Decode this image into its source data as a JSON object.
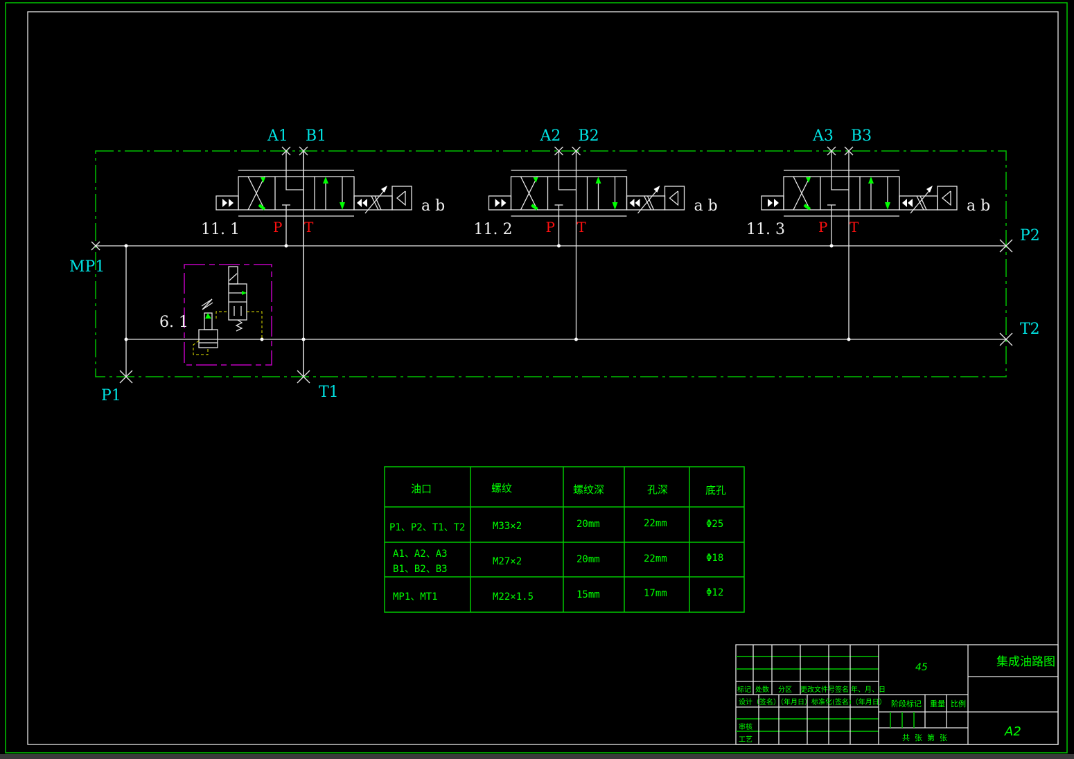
{
  "colors": {
    "background": "#000000",
    "lines": "#e6e6e6",
    "frame": "#00c800",
    "port_labels": "#00e5e5",
    "pt_labels": "#ff1010",
    "relief_box": "#c000c0",
    "pilot": "#e6e600",
    "arrows": "#00ff00"
  },
  "ports": {
    "mp1": "MP1",
    "p1": "P1",
    "t1": "T1",
    "p2": "P2",
    "t2": "T2"
  },
  "valves": [
    {
      "id": "11. 1",
      "a": "A1",
      "b": "B1",
      "p": "P",
      "t": "T",
      "solenoids": "a b"
    },
    {
      "id": "11. 2",
      "a": "A2",
      "b": "B2",
      "p": "P",
      "t": "T",
      "solenoids": "a b"
    },
    {
      "id": "11. 3",
      "a": "A3",
      "b": "B3",
      "p": "P",
      "t": "T",
      "solenoids": "a b"
    }
  ],
  "relief_valve": {
    "id": "6. 1"
  },
  "table": {
    "headers": [
      "油口",
      "螺纹",
      "螺纹深",
      "孔深",
      "底孔"
    ],
    "rows": [
      [
        "P1、P2、T1、T2",
        "M33×2",
        "20mm",
        "22mm",
        "Φ25"
      ],
      [
        "A1、A2、A3|B1、B2、B3",
        "M27×2",
        "20mm",
        "22mm",
        "Φ18"
      ],
      [
        "MP1、MT1",
        "M22×1.5",
        "15mm",
        "17mm",
        "Φ12"
      ]
    ],
    "row1_line1": "A1、A2、A3",
    "row1_line2": "B1、B2、B3"
  },
  "title_block": {
    "drawing_title": "集成油路图",
    "material": "45",
    "sheet_size": "A2",
    "labels": {
      "mark": "标记",
      "count": "处数",
      "zone": "分区",
      "change_doc": "更改文件号签名",
      "date": "年、月、日",
      "design": "设计（签名）（年月日）标准化(签名)（年月日）",
      "stage": "阶段标记",
      "weight": "重量",
      "scale": "比例",
      "review": "审核",
      "process": "工艺",
      "sheets": "共  张  第  张"
    }
  }
}
